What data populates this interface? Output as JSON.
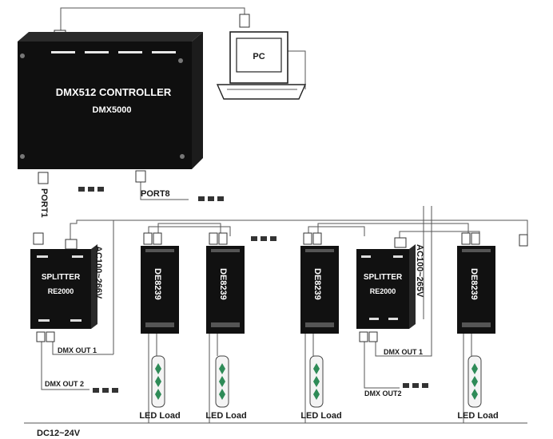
{
  "controller": {
    "title": "DMX512 CONTROLLER",
    "model": "DMX5000",
    "port1_label": "PORT1",
    "port8_label": "PORT8"
  },
  "pc": {
    "label": "PC"
  },
  "splitters": [
    {
      "name": "SPLITTER",
      "model": "RE2000",
      "power": "AC100~266V",
      "out1": "DMX OUT 1",
      "out2": "DMX OUT 2"
    },
    {
      "name": "SPLITTER",
      "model": "RE2000",
      "power": "AC100~265V",
      "out1": "DMX OUT 1",
      "out2": "DMX OUT2"
    }
  ],
  "decoders": [
    {
      "model": "DE8239"
    },
    {
      "model": "DE8239"
    },
    {
      "model": "DE8239"
    },
    {
      "model": "DE8239"
    }
  ],
  "loads": [
    {
      "label": "LED Load"
    },
    {
      "label": "LED Load"
    },
    {
      "label": "LED Load"
    },
    {
      "label": "LED Load"
    }
  ],
  "power_rail": {
    "label": "DC12~24V"
  },
  "colors": {
    "device": "#111111",
    "led": "#2e8b57",
    "wire": "#555555"
  }
}
